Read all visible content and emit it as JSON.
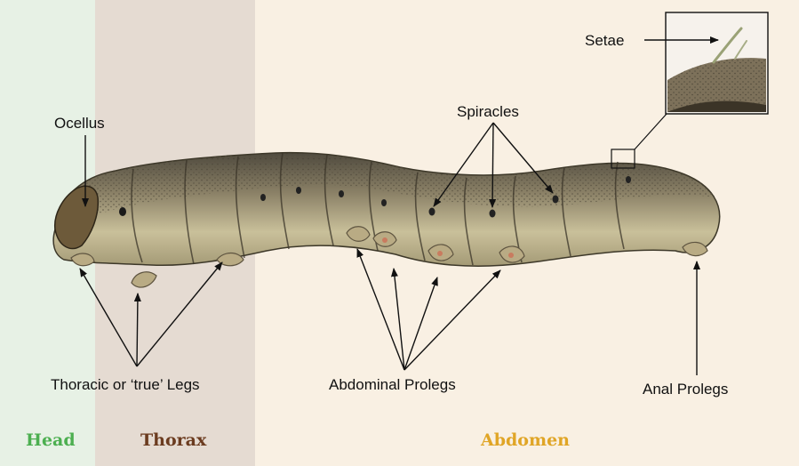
{
  "regions": {
    "head": "Head",
    "thorax": "Thorax",
    "abdomen": "Abdomen"
  },
  "labels": {
    "ocellus": "Ocellus",
    "spiracles": "Spiracles",
    "setae": "Setae",
    "thoracic_legs": "Thoracic or ‘true’ Legs",
    "abdominal_prolegs": "Abdominal Prolegs",
    "anal_prolegs": "Anal Prolegs"
  },
  "colors": {
    "head": "#4caf50",
    "thorax": "#6b3b1f",
    "abdomen": "#e0a526"
  }
}
